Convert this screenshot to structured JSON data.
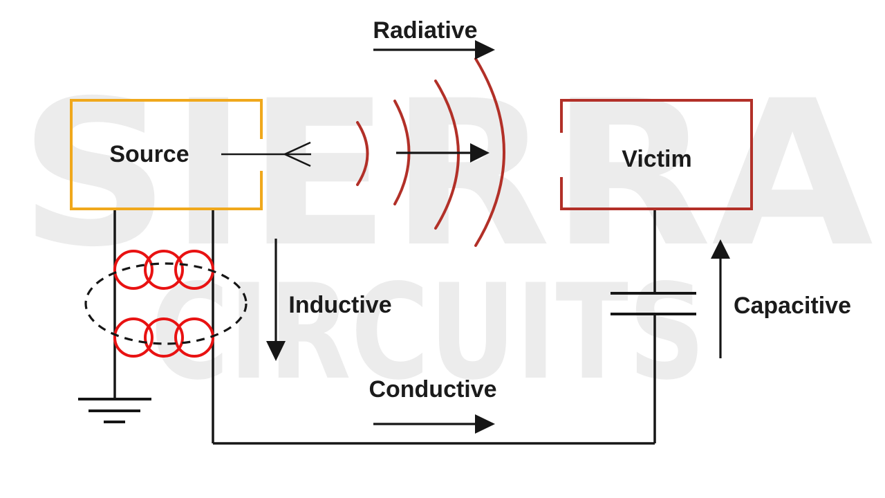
{
  "diagram": {
    "description": "EMI coupling mechanisms between a source circuit and a victim circuit",
    "nodes": {
      "source": {
        "label": "Source"
      },
      "victim": {
        "label": "Victim"
      }
    },
    "couplings": {
      "radiative": {
        "label": "Radiative",
        "arrow_direction": "right"
      },
      "inductive": {
        "label": "Inductive",
        "arrow_direction": "down"
      },
      "conductive": {
        "label": "Conductive",
        "arrow_direction": "right"
      },
      "capacitive": {
        "label": "Capacitive",
        "arrow_direction": "up"
      }
    },
    "symbols": [
      "antenna-icon",
      "radio-waves-icon",
      "coupled-coils-icon",
      "ground-icon",
      "capacitor-icon"
    ]
  },
  "watermark": {
    "line1": "SIERRA",
    "line2": "CIRCUITS"
  },
  "colors": {
    "orange": "#F0A81C",
    "brick": "#B23028",
    "red": "#E81212",
    "ink": "#161616",
    "wm": "#ECECEC"
  }
}
